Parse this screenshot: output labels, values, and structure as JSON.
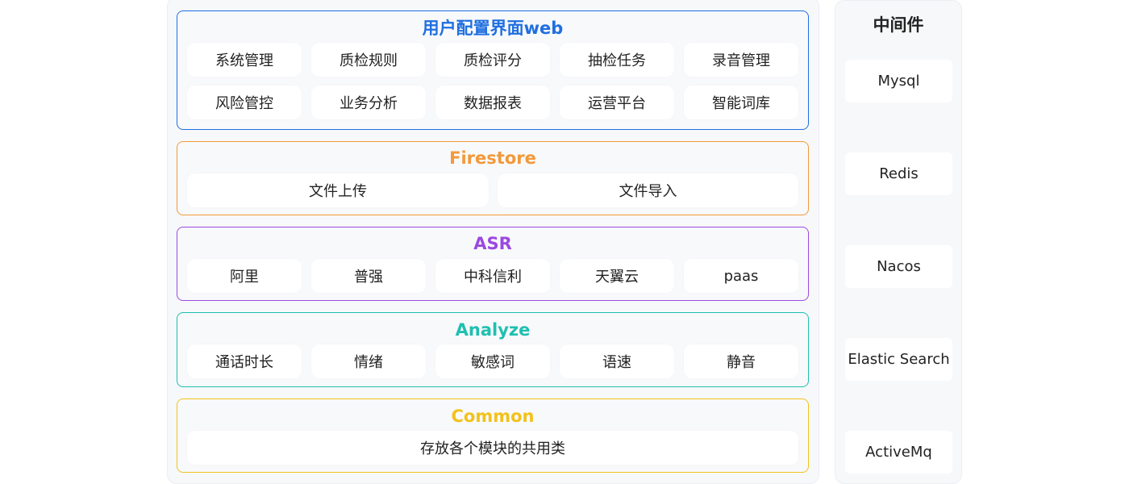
{
  "layers": {
    "web": {
      "title": "用户配置界面web",
      "items": [
        "系统管理",
        "质检规则",
        "质检评分",
        "抽检任务",
        "录音管理",
        "风险管控",
        "业务分析",
        "数据报表",
        "运营平台",
        "智能词库"
      ]
    },
    "firestore": {
      "title": "Firestore",
      "items": [
        "文件上传",
        "文件导入"
      ]
    },
    "asr": {
      "title": "ASR",
      "items": [
        "阿里",
        "普强",
        "中科信利",
        "天翼云",
        "paas"
      ]
    },
    "analyze": {
      "title": "Analyze",
      "items": [
        "通话时长",
        "情绪",
        "敏感词",
        "语速",
        "静音"
      ]
    },
    "common": {
      "title": "Common",
      "items": [
        "存放各个模块的共用类"
      ]
    }
  },
  "middleware": {
    "title": "中间件",
    "items": [
      "Mysql",
      "Redis",
      "Nacos",
      "Elastic Search",
      "ActiveMq"
    ]
  },
  "colors": {
    "web": "#1f6fe0",
    "firestore": "#f2993a",
    "asr": "#9b49e0",
    "analyze": "#1fbfb0",
    "common": "#f2c21c"
  }
}
